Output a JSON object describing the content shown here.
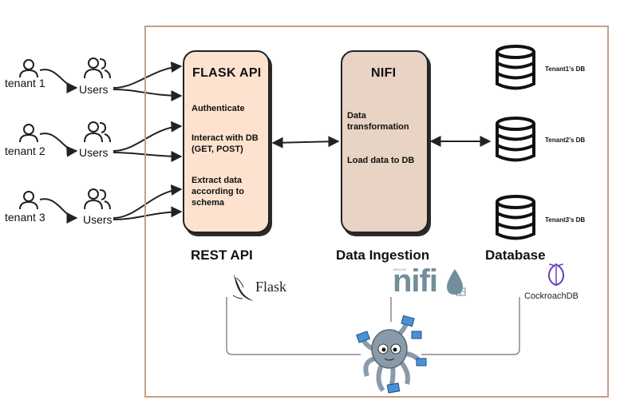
{
  "tenants": [
    {
      "label": "tenant 1",
      "users_label": "Users"
    },
    {
      "label": "tenant 2",
      "users_label": "Users"
    },
    {
      "label": "tenant 3",
      "users_label": "Users"
    }
  ],
  "flask_box": {
    "title": "FLASK API",
    "items": [
      "Authenticate",
      "Interact with DB (GET, POST)",
      "Extract data according to schema"
    ]
  },
  "nifi_box": {
    "title": "NIFI",
    "items": [
      "Data transformation",
      "Load data to DB"
    ]
  },
  "databases": [
    {
      "label": "Tenant1's DB"
    },
    {
      "label": "Tenant2's DB"
    },
    {
      "label": "Tenant3's DB"
    }
  ],
  "sections": {
    "rest_api": "REST API",
    "data_ingestion": "Data Ingestion",
    "database": "Database"
  },
  "brands": {
    "flask": "Flask",
    "nifi": "nifi",
    "nifi_small": "APACHE",
    "cockroach": "CockroachDB"
  },
  "colors": {
    "flask_box_fill": "#fde3cf",
    "nifi_box_fill": "#e8d3c4",
    "frame_border": "#c89f86",
    "nifi_brand": "#728e9b",
    "octopus": "#8a9aa8",
    "container_blue": "#4a90d9",
    "cockroach_purple": "#6a3fb8"
  }
}
